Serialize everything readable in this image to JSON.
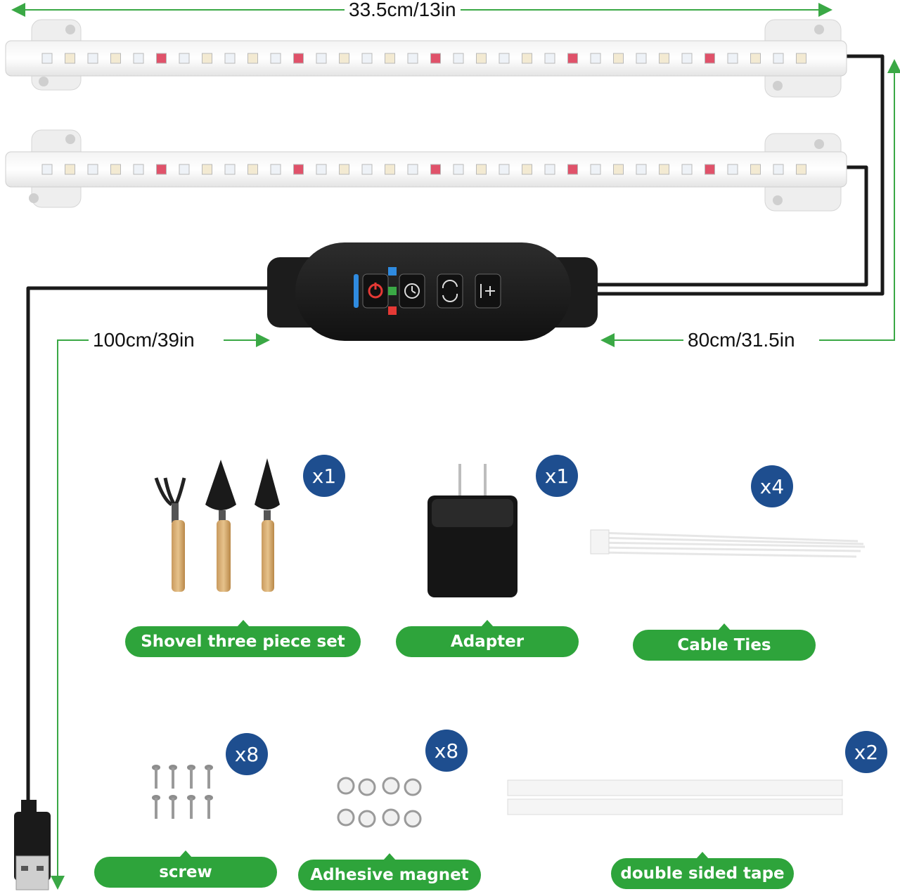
{
  "dimensions": {
    "bar_length": "33.5cm/13in",
    "usb_cable_length": "100cm/39in",
    "bar_cable_length": "80cm/31.5in"
  },
  "accessories": [
    {
      "name": "Shovel three piece set",
      "quantity": "x1",
      "icon": "gardening-tools-icon"
    },
    {
      "name": "Adapter",
      "quantity": "x1",
      "icon": "power-adapter-icon"
    },
    {
      "name": "Cable  Ties",
      "quantity": "x4",
      "icon": "cable-ties-icon"
    },
    {
      "name": "screw",
      "quantity": "x8",
      "icon": "screws-icon"
    },
    {
      "name": "Adhesive magnet",
      "quantity": "x8",
      "icon": "magnets-icon"
    },
    {
      "name": "double sided tape",
      "quantity": "x2",
      "icon": "tape-strips-icon"
    }
  ],
  "controller": {
    "buttons": [
      "power-icon",
      "timer-icon",
      "cycle-mode-icon",
      "brightness-plus-icon"
    ]
  },
  "colors": {
    "accent_green": "#2ea43b",
    "badge_blue": "#1e4e8f",
    "dimension_line_green": "#3aa845"
  }
}
